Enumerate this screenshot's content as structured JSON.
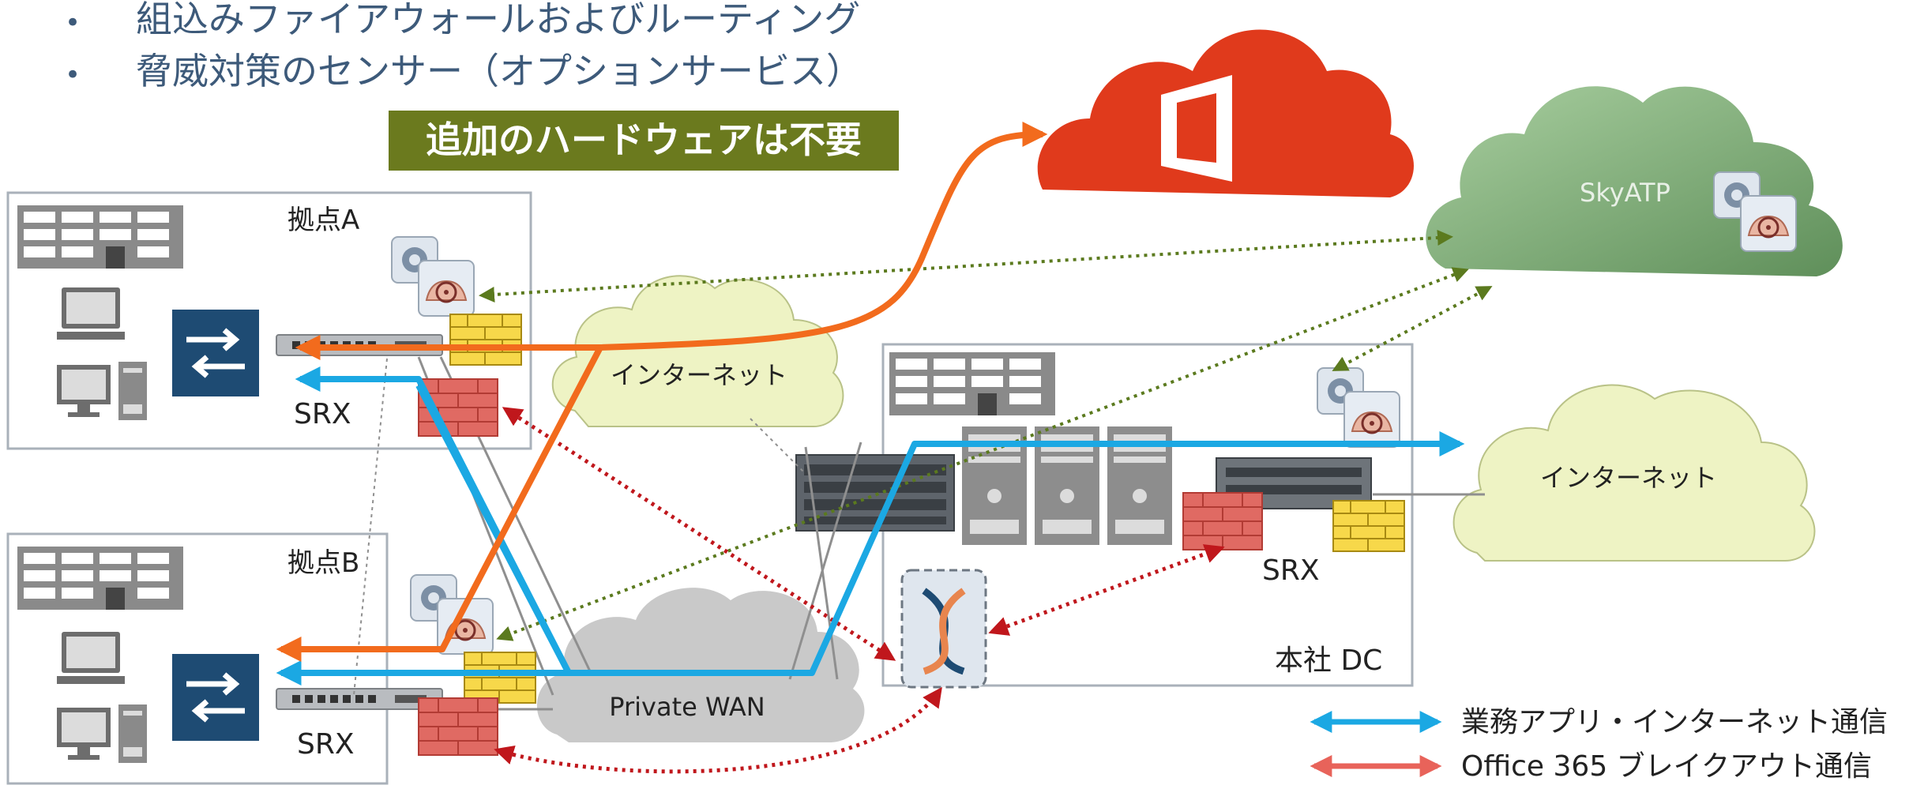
{
  "bullets": [
    "組込みファイアウォールおよびルーティング",
    "脅威対策のセンサー（オプションサービス）"
  ],
  "banner": "追加のハードウェアは不要",
  "site_a": {
    "title": "拠点A",
    "device": "SRX"
  },
  "site_b": {
    "title": "拠点B",
    "device": "SRX"
  },
  "hq": {
    "title": "本社 DC",
    "device": "SRX"
  },
  "clouds": {
    "internet_small": "インターネット",
    "internet_hq": "インターネット",
    "private_wan": "Private WAN",
    "skyatp": "SkyATP"
  },
  "legend": [
    {
      "label": "業務アプリ・インターネット通信",
      "color": "#1ba8e3"
    },
    {
      "label": "Office 365 ブレイクアウト通信",
      "color": "#e8635a"
    }
  ],
  "colors": {
    "blue_flow": "#1ba8e3",
    "orange_flow": "#f26b1d",
    "red_dotted": "#c0171c",
    "green_dotted": "#5b7a1e",
    "banner_bg": "#6b7a1e",
    "office_cloud": "#e03a1c",
    "skyatp_cloud": "#7fb07a",
    "internet_cloud": "#eef3c4",
    "wan_cloud": "#c9c9c9",
    "firewall_red": "#e06a63",
    "firewall_yellow": "#f7d84a",
    "switch_blue": "#1e4b73"
  }
}
